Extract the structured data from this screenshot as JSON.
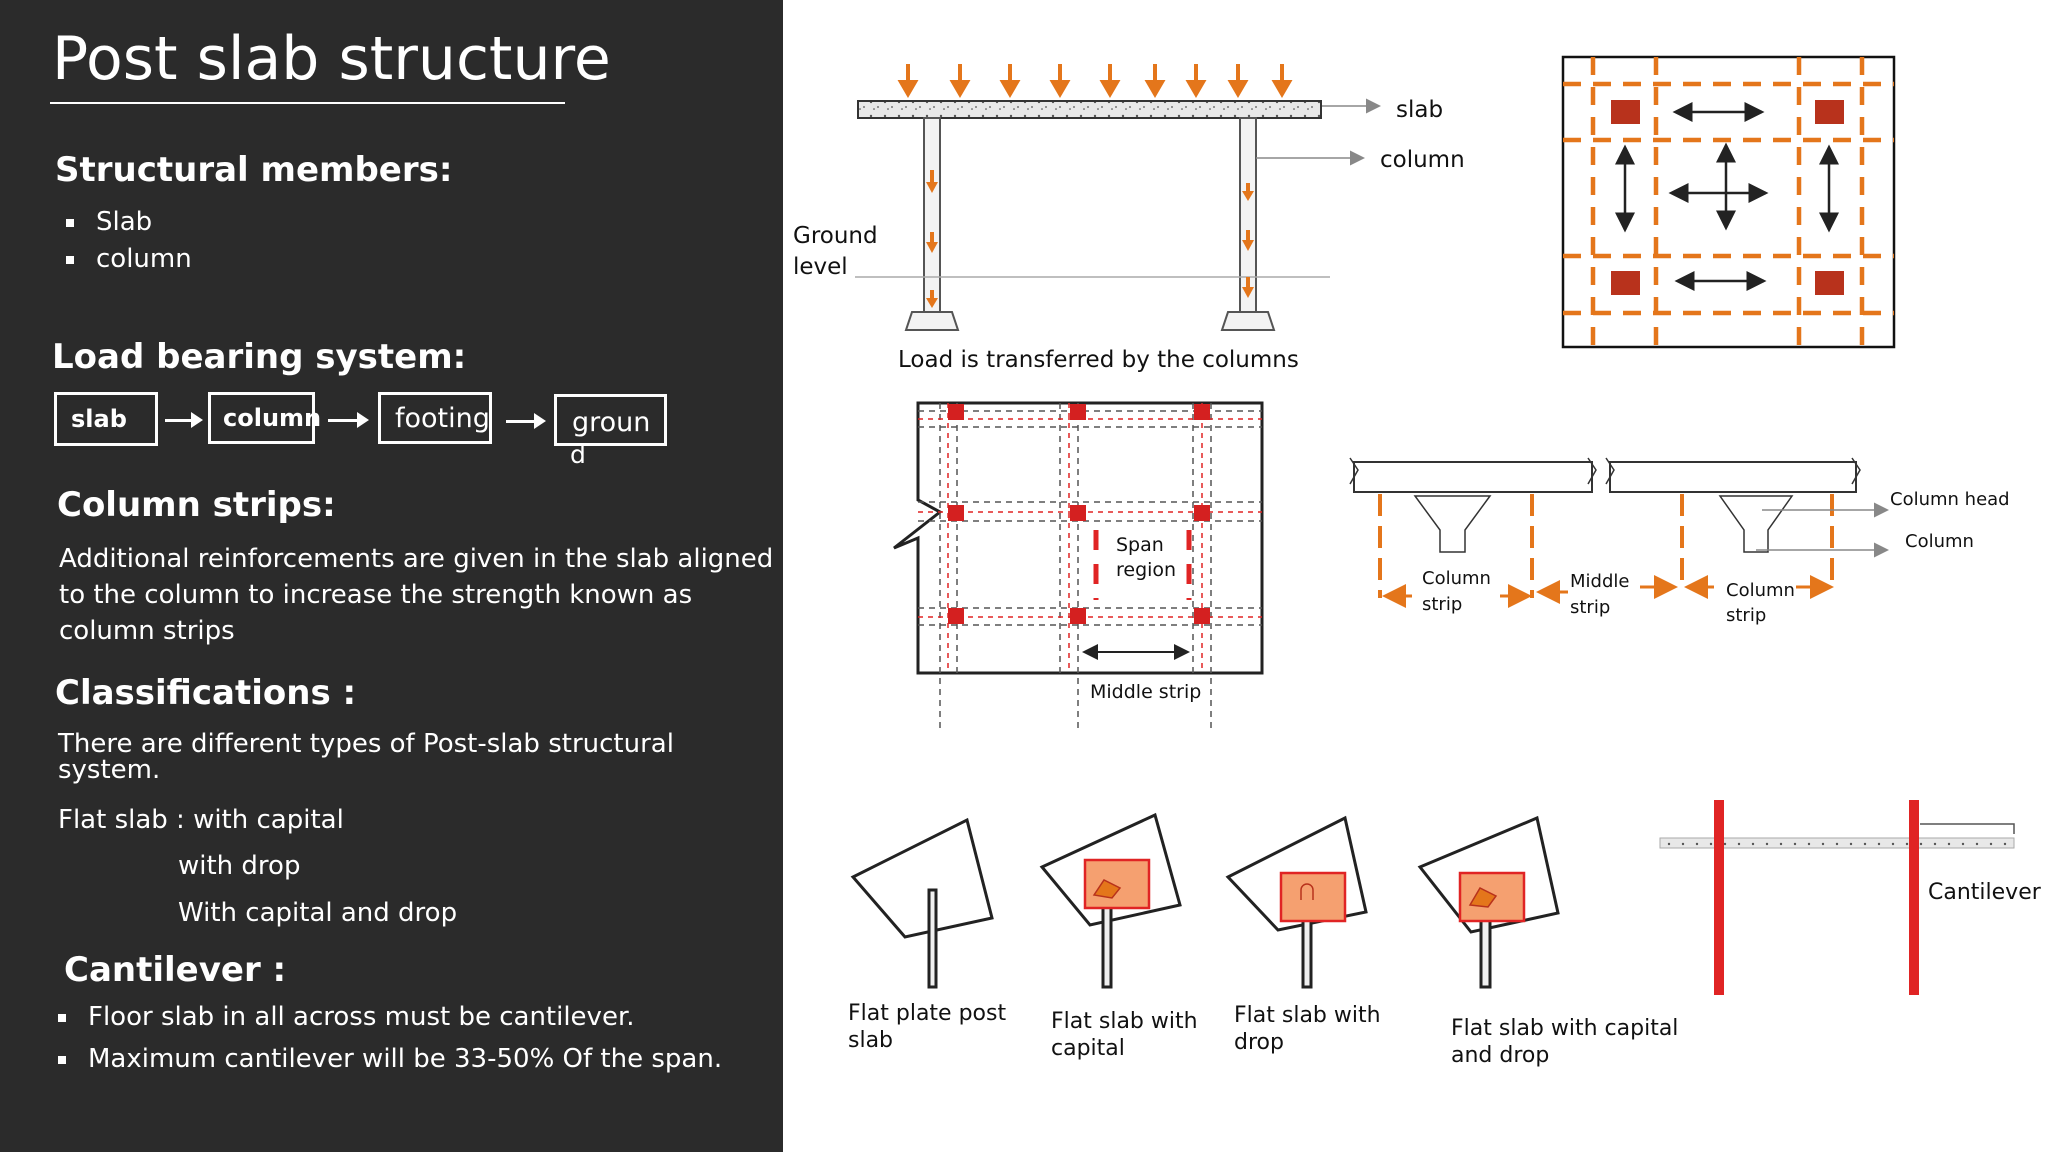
{
  "title": "Post  slab structure",
  "structural": {
    "heading": "Structural members:",
    "items": [
      "Slab",
      "column"
    ]
  },
  "load": {
    "heading": "Load bearing system:",
    "flow": [
      "slab",
      "column",
      "footing",
      "groun",
      "d"
    ]
  },
  "column_strips": {
    "heading": "Column strips:",
    "lines": [
      "Additional reinforcements are given in the slab aligned",
      "to the column to increase the strength known as",
      "column strips"
    ]
  },
  "classifications": {
    "heading": "Classifications  :",
    "intro": [
      "There are different types of Post-slab structural",
      "system."
    ],
    "flat_slab": "Flat slab : with capital",
    "with_drop": "with drop",
    "with_capital_drop": "With capital and drop"
  },
  "cantilever": {
    "heading": "Cantilever  :",
    "items": [
      "Floor slab in all across must be cantilever.",
      "Maximum cantilever will be 33-50% Of the span."
    ]
  },
  "diagram_top": {
    "slab": "slab",
    "column": "column",
    "ground": [
      "Ground",
      "level"
    ],
    "caption": "Load is transferred by the columns"
  },
  "strip_plan": {
    "span": [
      "Span",
      "region"
    ],
    "middle": "Middle strip"
  },
  "section": {
    "column_head": "Column head",
    "column": "Column",
    "column_strip_1": [
      "Column",
      "strip"
    ],
    "middle_strip": [
      "Middle",
      "strip"
    ],
    "column_strip_2": [
      "Column",
      "strip"
    ]
  },
  "types": {
    "t1": [
      "Flat plate post",
      "slab"
    ],
    "t2": [
      "Flat slab with",
      "capital"
    ],
    "t3": [
      "Flat slab with",
      "drop"
    ],
    "t4": [
      "Flat slab with capital",
      "and drop"
    ]
  },
  "cantilever_fig": "Cantilever",
  "colors": {
    "panel": "#2b2b2b",
    "orange": "#e4761b",
    "red": "#b8321c",
    "column_red": "#e02424"
  }
}
